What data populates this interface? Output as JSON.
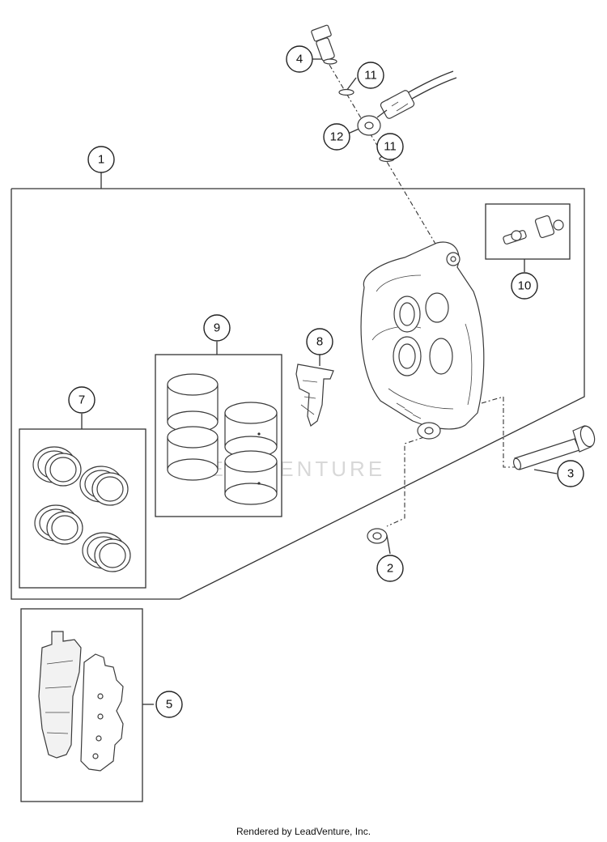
{
  "callouts": [
    {
      "id": "1",
      "label": "1"
    },
    {
      "id": "2",
      "label": "2"
    },
    {
      "id": "3",
      "label": "3"
    },
    {
      "id": "4",
      "label": "4"
    },
    {
      "id": "5",
      "label": "5"
    },
    {
      "id": "7",
      "label": "7"
    },
    {
      "id": "8",
      "label": "8"
    },
    {
      "id": "9",
      "label": "9"
    },
    {
      "id": "10",
      "label": "10"
    },
    {
      "id": "11a",
      "label": "11"
    },
    {
      "id": "11b",
      "label": "11"
    },
    {
      "id": "12",
      "label": "12"
    }
  ],
  "watermark": "LEADVENTURE",
  "footer": "Rendered by LeadVenture, Inc."
}
